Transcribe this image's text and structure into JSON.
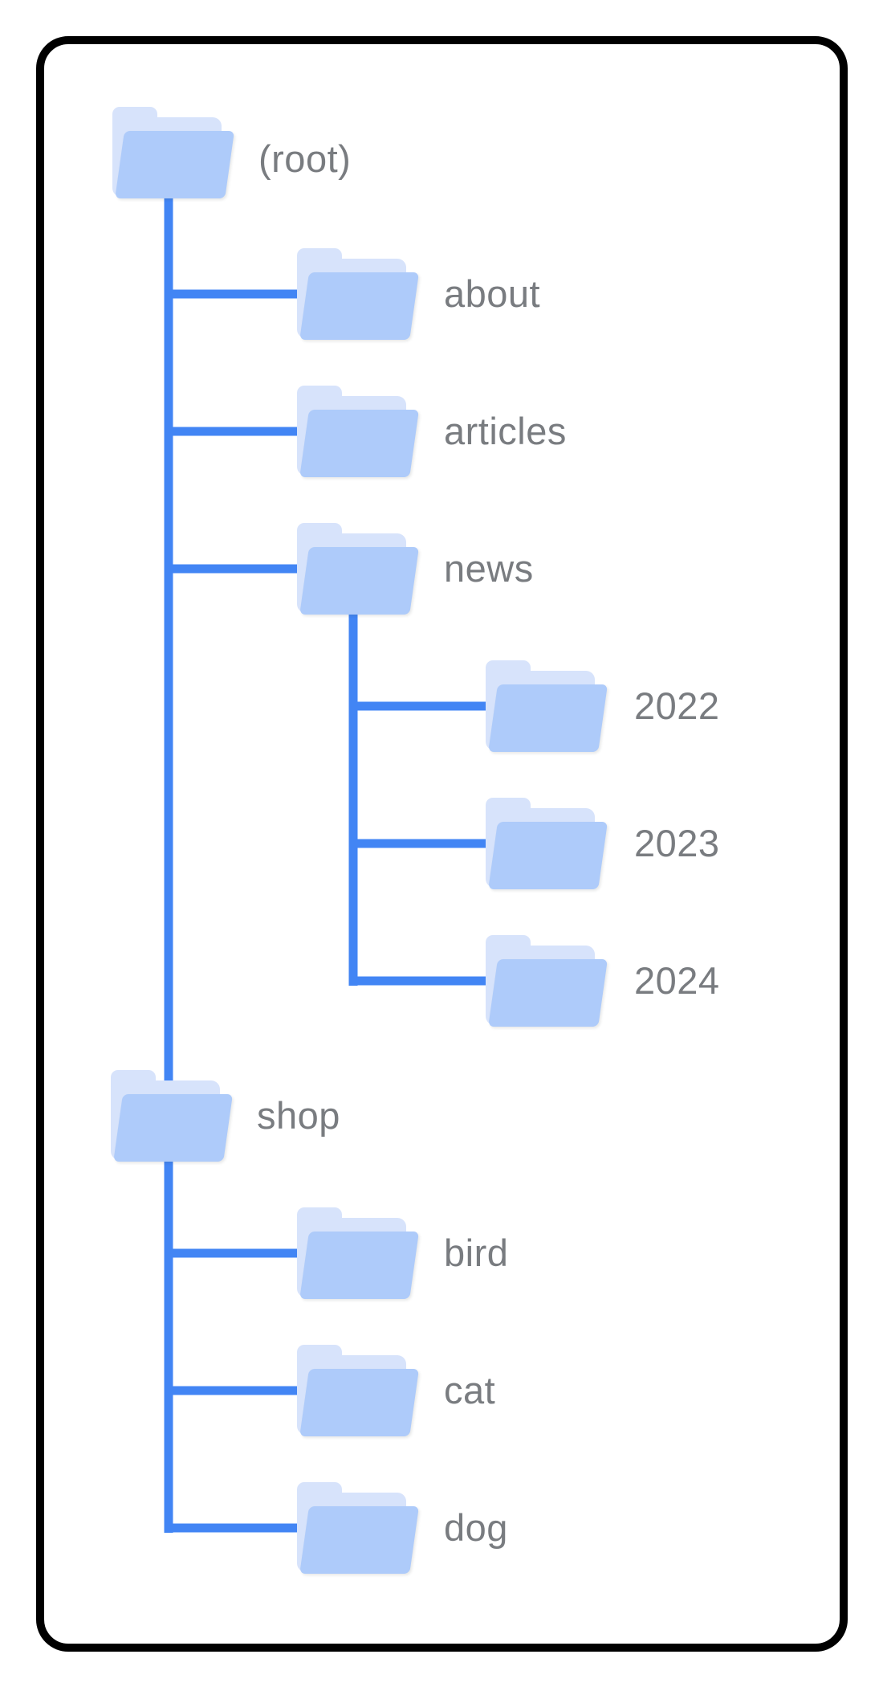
{
  "colors": {
    "line": "#4285f4",
    "folder_front": "#aecbfa",
    "folder_back": "#d7e3fb",
    "label_text": "#797c80",
    "frame": "#000000",
    "background": "#ffffff"
  },
  "tree": {
    "label": "(root)",
    "children": [
      {
        "label": "about",
        "children": []
      },
      {
        "label": "articles",
        "children": []
      },
      {
        "label": "news",
        "children": [
          {
            "label": "2022"
          },
          {
            "label": "2023"
          },
          {
            "label": "2024"
          }
        ]
      },
      {
        "label": "shop",
        "children": [
          {
            "label": "bird"
          },
          {
            "label": "cat"
          },
          {
            "label": "dog"
          }
        ]
      }
    ]
  }
}
